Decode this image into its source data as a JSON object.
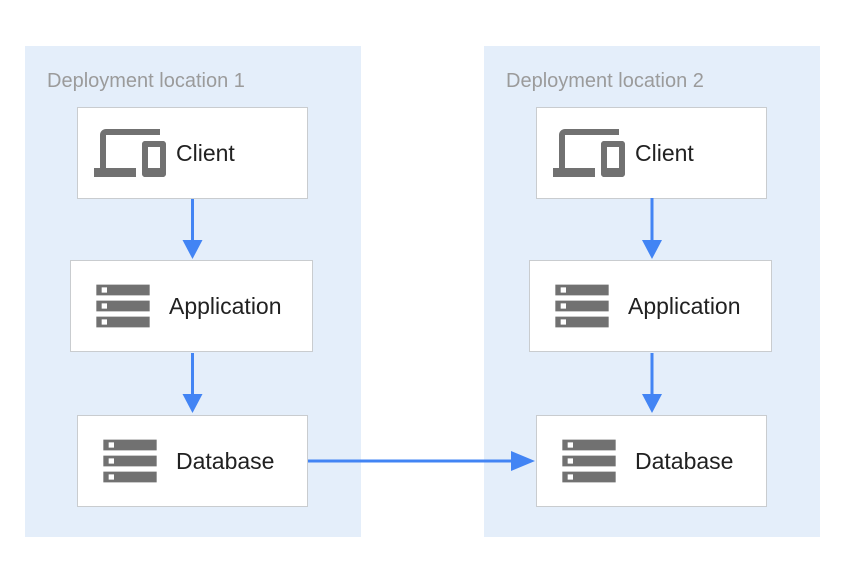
{
  "diagram": {
    "panels": [
      {
        "title": "Deployment location 1",
        "nodes": [
          {
            "label": "Client",
            "icon": "devices-icon"
          },
          {
            "label": "Application",
            "icon": "storage-icon"
          },
          {
            "label": "Database",
            "icon": "storage-icon"
          }
        ]
      },
      {
        "title": "Deployment location 2",
        "nodes": [
          {
            "label": "Client",
            "icon": "devices-icon"
          },
          {
            "label": "Application",
            "icon": "storage-icon"
          },
          {
            "label": "Database",
            "icon": "storage-icon"
          }
        ]
      }
    ],
    "connections": [
      {
        "from": "location-1-client",
        "to": "location-1-application"
      },
      {
        "from": "location-1-application",
        "to": "location-1-database"
      },
      {
        "from": "location-2-client",
        "to": "location-2-application"
      },
      {
        "from": "location-2-application",
        "to": "location-2-database"
      },
      {
        "from": "location-1-database",
        "to": "location-2-database"
      }
    ],
    "colors": {
      "canvas_bg": "#ffffff",
      "panel_bg": "#e4eefa",
      "arrow": "#4284f4",
      "box_border": "#c9cccf",
      "box_bg": "#ffffff",
      "icon_color": "#717171",
      "title_color": "#9b9b9b",
      "label_color": "#212121"
    }
  }
}
